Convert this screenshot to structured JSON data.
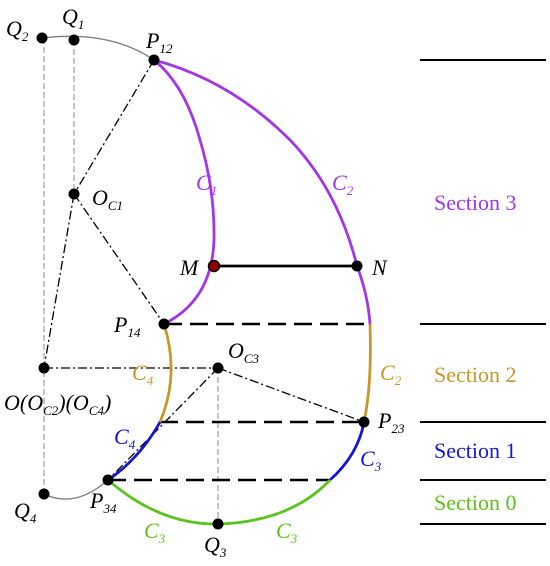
{
  "points": {
    "Q1": "Q",
    "Q1_sub": "1",
    "Q2": "Q",
    "Q2_sub": "2",
    "Q3": "Q",
    "Q3_sub": "3",
    "Q4": "Q",
    "Q4_sub": "4",
    "P12": "P",
    "P12_sub": "12",
    "P14": "P",
    "P14_sub": "14",
    "P23": "P",
    "P23_sub": "23",
    "P34": "P",
    "P34_sub": "34",
    "OC1": "O",
    "OC1_sub": "C1",
    "OC3": "O",
    "OC3_sub": "C3",
    "M": "M",
    "N": "N",
    "O_main": "O(O",
    "O_sub1": "C2",
    "O_mid": ")(O",
    "O_sub2": "C4",
    "O_end": ")"
  },
  "curves": {
    "C1": "C",
    "C1_sub": "1",
    "C2_top": "C",
    "C2_top_sub": "2",
    "C2_mid": "C",
    "C2_mid_sub": "2",
    "C3_right": "C",
    "C3_right_sub": "3",
    "C3_bl": "C",
    "C3_bl_sub": "3",
    "C3_br": "C",
    "C3_br_sub": "3",
    "C4_mid": "C",
    "C4_mid_sub": "4",
    "C4_low": "C",
    "C4_low_sub": "4"
  },
  "sections": {
    "s3": "Section 3",
    "s2": "Section 2",
    "s1": "Section 1",
    "s0": "Section 0"
  },
  "colors": {
    "section3": "#a335e8",
    "section2": "#c9962a",
    "section1": "#1414d2",
    "section0": "#5cc21e",
    "construction": "#000000",
    "circle_arc": "#808080"
  }
}
